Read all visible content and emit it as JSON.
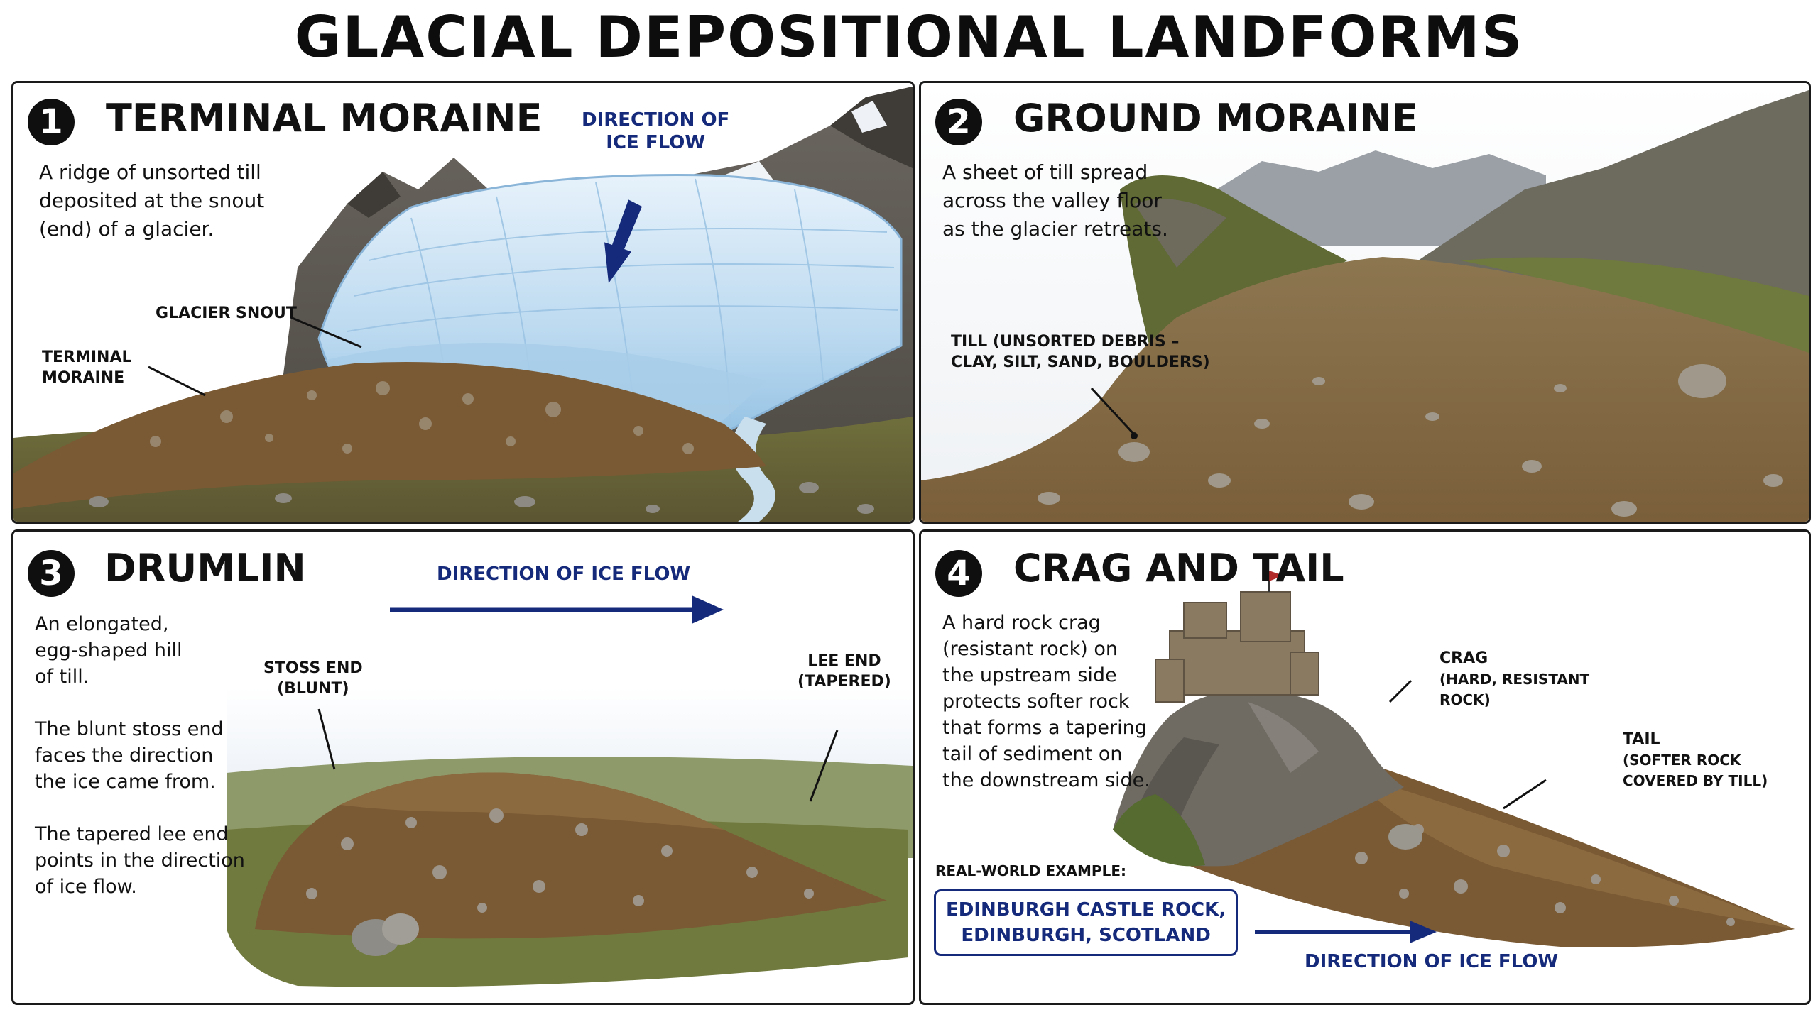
{
  "title": "GLACIAL DEPOSITIONAL LANDFORMS",
  "colors": {
    "flow_arrow": "#152a7a",
    "ice": "#bcd9ee",
    "till": "#7a5a34",
    "grass": "#6e7a3e",
    "rock": "#6f6a62"
  },
  "panels": [
    {
      "number": "1",
      "title": "TERMINAL MORAINE",
      "description": "A ridge of unsorted till\ndeposited at the snout\n(end) of a glacier.",
      "flow_label": "DIRECTION OF\nICE FLOW",
      "labels": {
        "snout": "GLACIER SNOUT",
        "moraine": "TERMINAL\nMORAINE"
      }
    },
    {
      "number": "2",
      "title": "GROUND MORAINE",
      "description": "A sheet of till spread\nacross the valley floor\nas the glacier retreats.",
      "labels": {
        "till": "TILL (UNSORTED DEBRIS –\nCLAY, SILT, SAND, BOULDERS)"
      }
    },
    {
      "number": "3",
      "title": "DRUMLIN",
      "description": "An elongated,\negg-shaped hill\nof till.\n\nThe blunt stoss end\nfaces the direction\nthe ice came from.\n\nThe tapered lee end\npoints in the direction\nof ice flow.",
      "flow_label": "DIRECTION OF ICE FLOW",
      "labels": {
        "stoss": "STOSS END\n(BLUNT)",
        "lee": "LEE END\n(TAPERED)"
      }
    },
    {
      "number": "4",
      "title": "CRAG AND TAIL",
      "description": "A hard rock crag\n(resistant rock) on\nthe upstream side\nprotects softer rock\nthat forms a tapering\ntail of sediment on\nthe downstream side.",
      "flow_label": "DIRECTION OF ICE FLOW",
      "labels": {
        "crag": "CRAG",
        "crag_detail": "(HARD, RESISTANT\nROCK)",
        "tail": "TAIL",
        "tail_detail": "(SOFTER ROCK\nCOVERED BY TILL)"
      },
      "example_heading": "REAL-WORLD EXAMPLE:",
      "example": "EDINBURGH CASTLE ROCK,\nEDINBURGH, SCOTLAND"
    }
  ]
}
